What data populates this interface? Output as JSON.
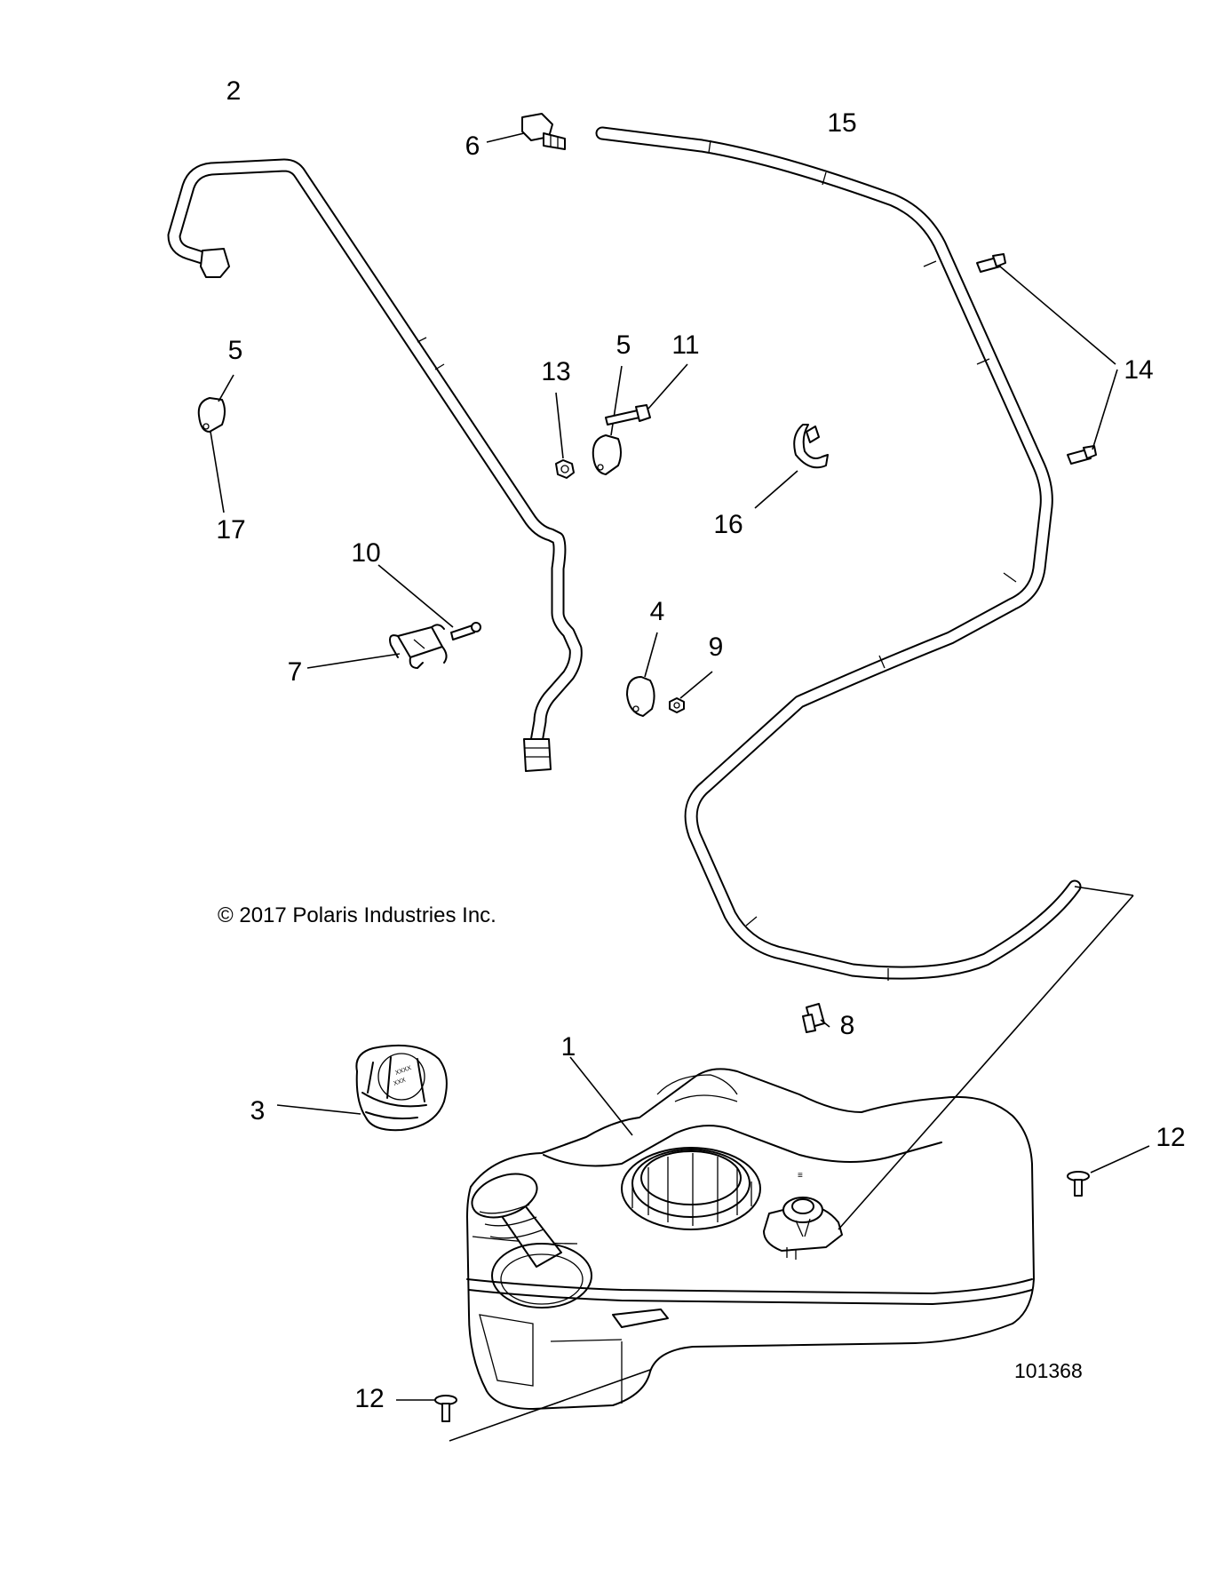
{
  "copyright": "© 2017 Polaris Industries Inc.",
  "figure_number": "101368",
  "callouts": [
    {
      "id": "c2",
      "label": "2",
      "part": "hose-upper-left"
    },
    {
      "id": "c6",
      "label": "6",
      "part": "hose-connector"
    },
    {
      "id": "c15",
      "label": "15",
      "part": "long-vent-hose"
    },
    {
      "id": "c5a",
      "label": "5",
      "part": "hose-clip-left"
    },
    {
      "id": "c17",
      "label": "17",
      "part": "hose-clip-left"
    },
    {
      "id": "c13",
      "label": "13",
      "part": "nut"
    },
    {
      "id": "c5b",
      "label": "5",
      "part": "hose-clip-center"
    },
    {
      "id": "c11",
      "label": "11",
      "part": "bolt"
    },
    {
      "id": "c14",
      "label": "14",
      "part": "hose-retainer-clips"
    },
    {
      "id": "c16",
      "label": "16",
      "part": "hose-holder-clip"
    },
    {
      "id": "c10",
      "label": "10",
      "part": "screw"
    },
    {
      "id": "c7",
      "label": "7",
      "part": "bracket"
    },
    {
      "id": "c4",
      "label": "4",
      "part": "p-clamp"
    },
    {
      "id": "c9",
      "label": "9",
      "part": "nut-small"
    },
    {
      "id": "c8",
      "label": "8",
      "part": "retainer-clip-lower"
    },
    {
      "id": "c1",
      "label": "1",
      "part": "fuel-tank"
    },
    {
      "id": "c3",
      "label": "3",
      "part": "fuel-cap"
    },
    {
      "id": "c12a",
      "label": "12",
      "part": "push-rivet-right"
    },
    {
      "id": "c12b",
      "label": "12",
      "part": "push-rivet-left"
    }
  ]
}
